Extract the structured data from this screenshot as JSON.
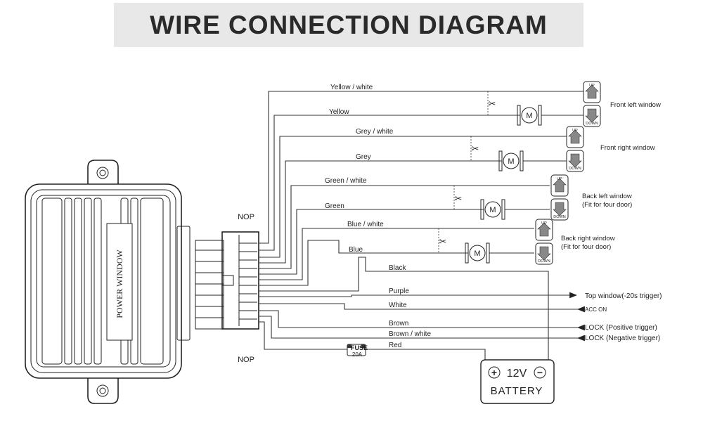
{
  "title": "WIRE CONNECTION DIAGRAM",
  "module_label": "POWER WINDOW",
  "connector": {
    "nop_top": "NOP",
    "nop_bottom": "NOP"
  },
  "windows": [
    {
      "label": "Front left window",
      "sub": "",
      "wire_up": "Yellow / white",
      "wire_down": "Yellow",
      "up": "UP",
      "down": "DOWN",
      "motor": "M"
    },
    {
      "label": "Front right window",
      "sub": "",
      "wire_up": "Grey / white",
      "wire_down": "Grey",
      "up": "UP",
      "down": "DOWN",
      "motor": "M"
    },
    {
      "label": "Back left  window",
      "sub": "(Fit for four door)",
      "wire_up": "Green / white",
      "wire_down": "Green",
      "up": "UP",
      "down": "DOWN",
      "motor": "M"
    },
    {
      "label": "Back right  window",
      "sub": "(Fit for four door)",
      "wire_up": "Blue / white",
      "wire_down": "Blue",
      "up": "UP",
      "down": "DOWN",
      "motor": "M"
    }
  ],
  "lower_wires": [
    {
      "color": "Black",
      "target": ""
    },
    {
      "color": "Purple",
      "target": "Top window(-20s trigger)"
    },
    {
      "color": "White",
      "target": "ACC ON"
    },
    {
      "color": "Brown",
      "target": "LOCK (Positive trigger)"
    },
    {
      "color": "Brown / white",
      "target": "LOCK (Negative trigger)"
    },
    {
      "color": "Red",
      "target": ""
    }
  ],
  "fuse": {
    "label": "FUSE",
    "rating": "20A"
  },
  "battery": {
    "voltage": "12V",
    "label": "BATTERY",
    "plus": "+",
    "minus": "−"
  },
  "colors": {
    "line": "#333333",
    "title_band": "#e8e8e8",
    "title_text": "#2a2a2a"
  }
}
